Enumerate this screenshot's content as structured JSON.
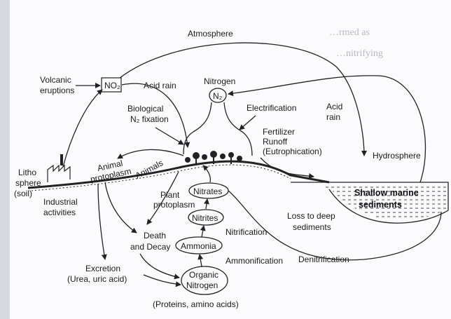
{
  "background_text": {
    "line1": "…rmed as",
    "line2": "…nitrifying"
  },
  "labels": {
    "atmosphere": "Atmosphere",
    "volcanic_1": "Volcanic",
    "volcanic_2": "eruptions",
    "no2": "NO₂",
    "acid_rain_left": "Acid rain",
    "nitrogen": "Nitrogen",
    "n2": "N₂",
    "bio_fix_1": "Biological",
    "bio_fix_2": "N₂ fixation",
    "electrification": "Electrification",
    "acid_rain_right_1": "Acid",
    "acid_rain_right_2": "rain",
    "fertilizer_1": "Fertilizer",
    "fertilizer_2": "Runoff",
    "fertilizer_3": "(Eutrophication)",
    "hydrosphere": "Hydrosphere",
    "litho_1": "Litho",
    "litho_2": "sphere",
    "litho_3": "(soil)",
    "industrial_1": "Industrial",
    "industrial_2": "activities",
    "animal_proto_1": "Animal",
    "animal_proto_2": "protoplasm",
    "animals": "Animals",
    "nitrates": "Nitrates",
    "nitrites": "Nitrites",
    "plant_proto_1": "Plant",
    "plant_proto_2": "protoplasm",
    "death_1": "Death",
    "death_2": "and Decay",
    "ammonia": "Ammonia",
    "nitrification": "Nitrification",
    "ammonification": "Ammonification",
    "organic_1": "Organic",
    "organic_2": "Nitrogen",
    "excretion_1": "Excretion",
    "excretion_2": "(Urea, uric acid)",
    "shallow_1": "Shallow marine",
    "shallow_2": "sediments",
    "loss_1": "Loss to deep",
    "loss_2": "sediments",
    "denitrification": "Denitrification",
    "proteins": "(Proteins, amino acids)"
  }
}
